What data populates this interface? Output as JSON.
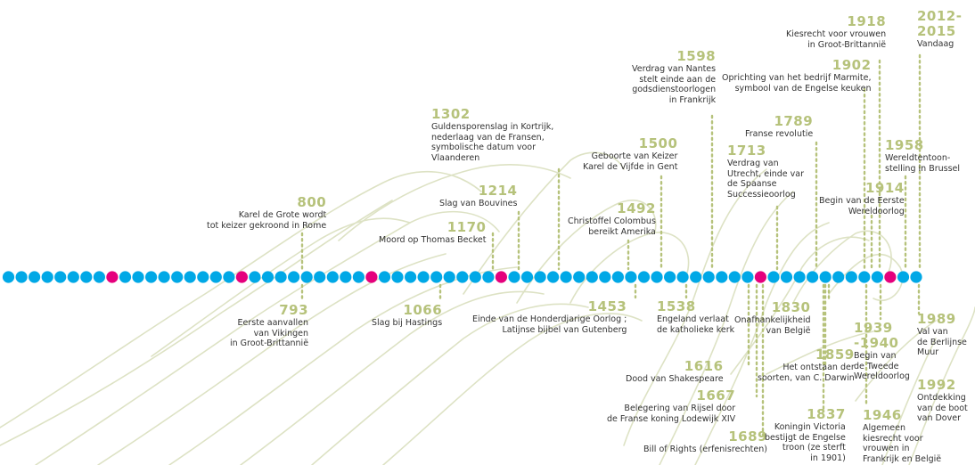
{
  "colors": {
    "dot": "#00a8e6",
    "highlight": "#e5007d",
    "year": "#b6c27b",
    "leader": "#b6c27b",
    "text": "#333333",
    "swirl": "#dde2c4"
  },
  "timeline": {
    "dot_count": 71,
    "highlight_dots": [
      8,
      18,
      28,
      38,
      58,
      68
    ]
  },
  "events": [
    {
      "year": "800",
      "lines": [
        "Karel de Grote wordt",
        "tot keizer gekroond in Rome"
      ]
    },
    {
      "year": "1214",
      "lines": [
        "Slag van Bouvines"
      ]
    },
    {
      "year": "1170",
      "lines": [
        "Moord op Thomas Becket"
      ]
    },
    {
      "year": "1302",
      "lines": [
        "Guldensporenslag in Kortrijk,",
        "nederlaag van de Fransen,",
        "symbolische datum voor",
        "Vlaanderen"
      ]
    },
    {
      "year": "1500",
      "lines": [
        "Geboorte van Keizer",
        "Karel de Vijfde in Gent"
      ]
    },
    {
      "year": "1492",
      "lines": [
        "Christoffel Colombus",
        "bereikt Amerika"
      ]
    },
    {
      "year": "1598",
      "lines": [
        "Verdrag van Nantes",
        "stelt einde aan de",
        "godsdienstoorlogen",
        "in Frankrijk"
      ]
    },
    {
      "year": "1713",
      "lines": [
        "Verdrag van",
        "Utrecht, einde var",
        "de Spaanse",
        "Successieoorlog"
      ]
    },
    {
      "year": "1789",
      "lines": [
        "Franse revolutie"
      ]
    },
    {
      "year": "1902",
      "lines": [
        "Oprichting van het  bedrijf Marmite,",
        "symbool van de  Engelse keuken"
      ]
    },
    {
      "year": "1918",
      "lines": [
        "Kiesrecht voor vrouwen",
        "in Groot-Brittannië"
      ]
    },
    {
      "year": "2012-\n2015",
      "lines": [
        "Vandaag"
      ]
    },
    {
      "year": "1958",
      "lines": [
        "Wereldtentoon-",
        "stelling in Brussel"
      ]
    },
    {
      "year": "1914",
      "lines": [
        "Begin van de Eerste",
        "Wereldoorlog"
      ]
    },
    {
      "year": "793",
      "lines": [
        "Eerste aanvallen",
        "van Vikingen",
        "in Groot-Brittannië"
      ]
    },
    {
      "year": "1066",
      "lines": [
        "Slag bij Hastings"
      ]
    },
    {
      "year": "1453",
      "lines": [
        "Einde van de Honderdjarige Oorlog ;",
        "Latijnse bijbel van Gutenberg"
      ]
    },
    {
      "year": "1538",
      "lines": [
        "Engeland verlaat",
        "de katholieke kerk"
      ]
    },
    {
      "year": "1616",
      "lines": [
        "Dood van Shakespeare"
      ]
    },
    {
      "year": "1667",
      "lines": [
        "Belegering van Rijsel door",
        "de Franse koning Lodewijk XIV"
      ]
    },
    {
      "year": "1689",
      "lines": [
        "Bill of Rights (erfenisrechten)"
      ]
    },
    {
      "year": "1830",
      "lines": [
        "Onafhankelijkheid",
        "van België"
      ]
    },
    {
      "year": "1859",
      "lines": [
        "Het ontstaan der",
        "soorten, van C. Darwin"
      ]
    },
    {
      "year": "1837",
      "lines": [
        "Koningin Victoria",
        "bestijgt de Engelse",
        "troon (ze sterft",
        "in 1901)"
      ]
    },
    {
      "year": "1939\n-1940",
      "lines": [
        "Begin van",
        "de Tweede",
        "Wereldoorlog"
      ]
    },
    {
      "year": "1946",
      "lines": [
        "Algemeen",
        "kiesrecht voor",
        "vrouwen in",
        "Frankrijk en België"
      ]
    },
    {
      "year": "1989",
      "lines": [
        "Val van",
        "de Berlijnse",
        "Muur"
      ]
    },
    {
      "year": "1992",
      "lines": [
        "Ontdekking",
        "van de boot",
        "van Dover"
      ]
    }
  ]
}
